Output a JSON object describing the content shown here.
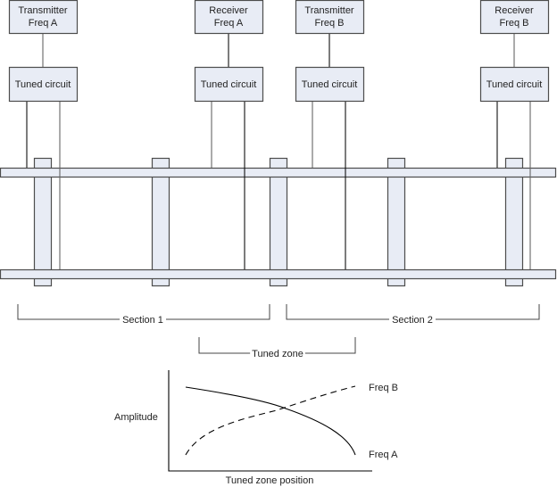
{
  "top_boxes": [
    {
      "line1": "Transmitter",
      "line2": "Freq A"
    },
    {
      "line1": "Receiver",
      "line2": "Freq A"
    },
    {
      "line1": "Transmitter",
      "line2": "Freq B"
    },
    {
      "line1": "Receiver",
      "line2": "Freq B"
    }
  ],
  "tuned_circuits": [
    {
      "label": "Tuned circuit"
    },
    {
      "label": "Tuned circuit"
    },
    {
      "label": "Tuned circuit"
    },
    {
      "label": "Tuned circuit"
    }
  ],
  "sections": [
    {
      "label": "Section 1"
    },
    {
      "label": "Section 2"
    }
  ],
  "tuned_zone": {
    "label": "Tuned zone"
  },
  "colors": {
    "box_fill": "#e8ecf5",
    "box_stroke": "#4d4d4d"
  },
  "plot": {
    "ylabel": "Amplitude",
    "xlabel": "Tuned zone position",
    "series": [
      {
        "name": "Freq A",
        "style": "solid",
        "trend": "decreasing"
      },
      {
        "name": "Freq B",
        "style": "dashed",
        "trend": "increasing"
      }
    ]
  }
}
